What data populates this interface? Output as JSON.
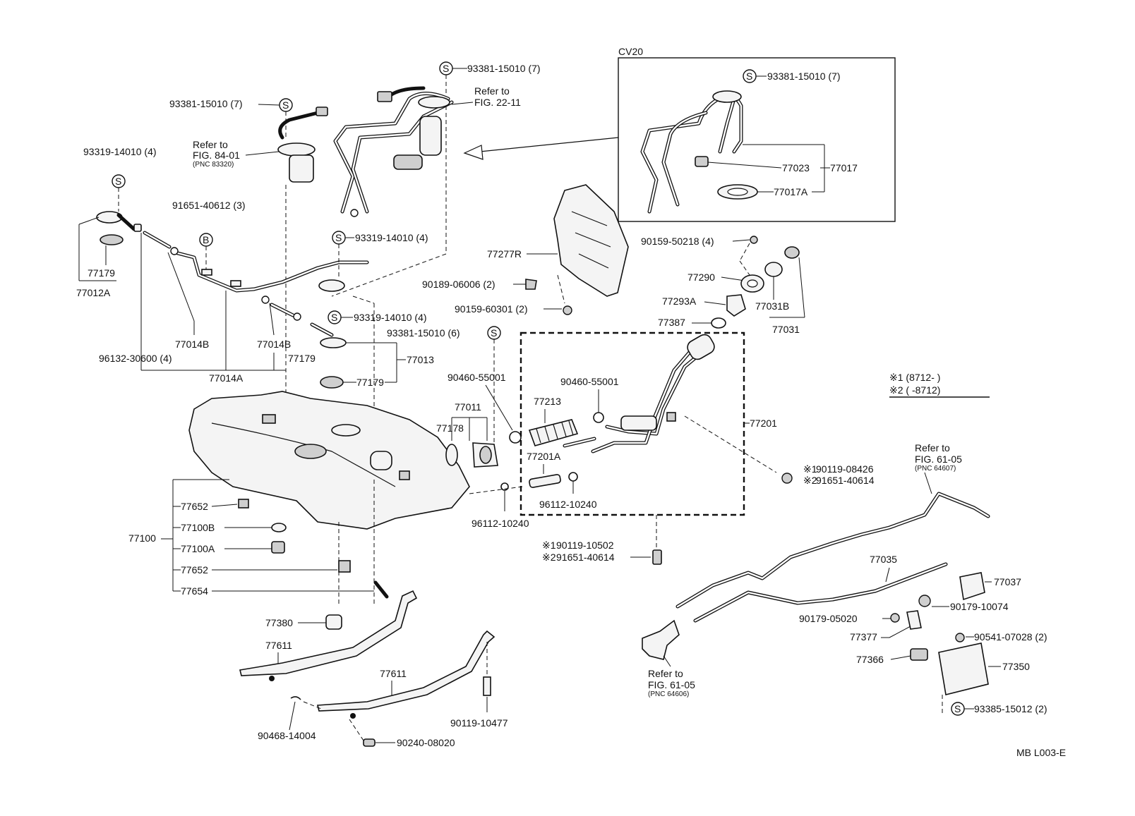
{
  "diagram": {
    "figure_id": "MB L003-E",
    "inset": {
      "title": "CV20"
    },
    "symbols": {
      "S": "S",
      "B": "B"
    },
    "legend": {
      "note1": "※1 (8712-      )",
      "note2": "※2 (      -8712)"
    },
    "labels": {
      "p93381_7_a": "93381-15010 (7)",
      "p93381_7_b": "93381-15010 (7)",
      "p93381_7_inset": "93381-15010 (7)",
      "refer_fig2211_a": "Refer to",
      "refer_fig2211_b": "FIG. 22-11",
      "refer_fig8401_a": "Refer to",
      "refer_fig8401_b": "FIG. 84-01",
      "refer_fig8401_c": "(PNC 83320)",
      "p93319_4_a": "93319-14010 (4)",
      "p93319_4_b": "93319-14010 (4)",
      "p93319_4_c": "93319-14010 (4)",
      "p91651_40612": "91651-40612 (3)",
      "p77179_a": "77179",
      "p77012A": "77012A",
      "p77014B_a": "77014B",
      "p77014B_b": "77014B",
      "p96132": "96132-30600 (4)",
      "p77179_b": "77179",
      "p77014A": "77014A",
      "p93381_6": "93381-15010 (6)",
      "p77013": "77013",
      "p77179_c": "77179",
      "p77277R": "77277R",
      "p90189": "90189-06006 (2)",
      "p90159_60301": "90159-60301 (2)",
      "p90159_50218": "90159-50218 (4)",
      "p77290": "77290",
      "p77293A": "77293A",
      "p77387": "77387",
      "p77031B": "77031B",
      "p77031": "77031",
      "p77023": "77023",
      "p77017": "77017",
      "p77017A": "77017A",
      "p90460_a": "90460-55001",
      "p90460_b": "90460-55001",
      "p77011": "77011",
      "p77178": "77178",
      "p77213": "77213",
      "p77201": "77201",
      "p77201A": "77201A",
      "p96112_a": "96112-10240",
      "p96112_b": "96112-10240",
      "p90119_08426": "90119-08426",
      "p91651_40614_a": "91651-40614",
      "p90119_10502": "90119-10502",
      "p91651_40614_b": "91651-40614",
      "p77652_a": "77652",
      "p77100B": "77100B",
      "p77100": "77100",
      "p77100A": "77100A",
      "p77652_b": "77652",
      "p77654": "77654",
      "p77380": "77380",
      "p77611_a": "77611",
      "p77611_b": "77611",
      "p90468": "90468-14004",
      "p90119_10477": "90119-10477",
      "p90240": "90240-08020",
      "refer_fig6105a_a": "Refer to",
      "refer_fig6105a_b": "FIG. 61-05",
      "refer_fig6105a_c": "(PNC 64607)",
      "refer_fig6105b_a": "Refer to",
      "refer_fig6105b_b": "FIG. 61-05",
      "refer_fig6105b_c": "(PNC 64606)",
      "p77035": "77035",
      "p77037": "77037",
      "p90179_10074": "90179-10074",
      "p90179_05020": "90179-05020",
      "p77377": "77377",
      "p90541": "90541-07028 (2)",
      "p77366": "77366",
      "p77350": "77350",
      "p93385": "93385-15012 (2)",
      "n1_a": "※1",
      "n2_a": "※2",
      "n1_b": "※1",
      "n2_b": "※2"
    }
  }
}
